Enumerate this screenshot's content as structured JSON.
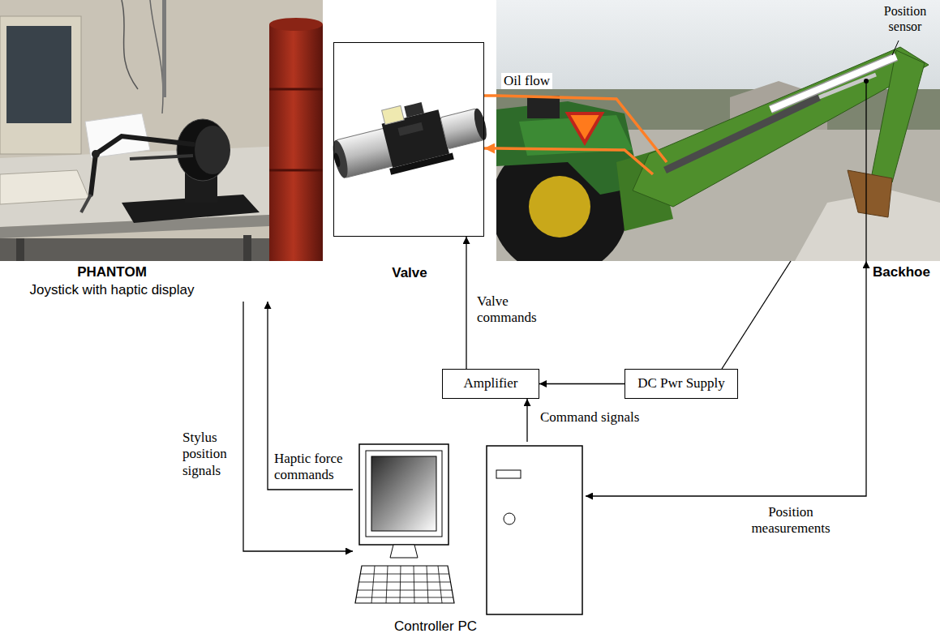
{
  "diagram": {
    "nodes": [
      {
        "text": [
          "PHANTOM",
          "Joystick with haptic display"
        ]
      },
      {
        "text": [
          "Valve"
        ]
      },
      {
        "text": [
          "Backhoe"
        ]
      },
      {
        "text": [
          "Amplifier"
        ]
      },
      {
        "text": [
          "DC Pwr Supply"
        ]
      },
      {
        "text": [
          "Controller PC"
        ]
      }
    ],
    "edges": [
      {
        "from": 0,
        "to": 5,
        "arrow": "to",
        "label": "Stylus position signals"
      },
      {
        "from": 5,
        "to": 0,
        "arrow": "to",
        "label": "Haptic force commands"
      },
      {
        "from": 1,
        "to": 2,
        "arrow": "none",
        "label": "Oil flow"
      },
      {
        "from": 2,
        "to": 1,
        "arrow": "to"
      },
      {
        "from": 3,
        "to": 1,
        "arrow": "to",
        "label": "Valve commands"
      },
      {
        "from": 5,
        "to": 3,
        "arrow": "to",
        "label": "Command signals"
      },
      {
        "from": 4,
        "to": 3,
        "arrow": "to"
      },
      {
        "from": 4,
        "to": 2,
        "arrow": "none"
      },
      {
        "from": 2,
        "to": 5,
        "arrow": "both",
        "label": "Position measurements"
      }
    ],
    "labels": [
      "Position sensor"
    ]
  }
}
